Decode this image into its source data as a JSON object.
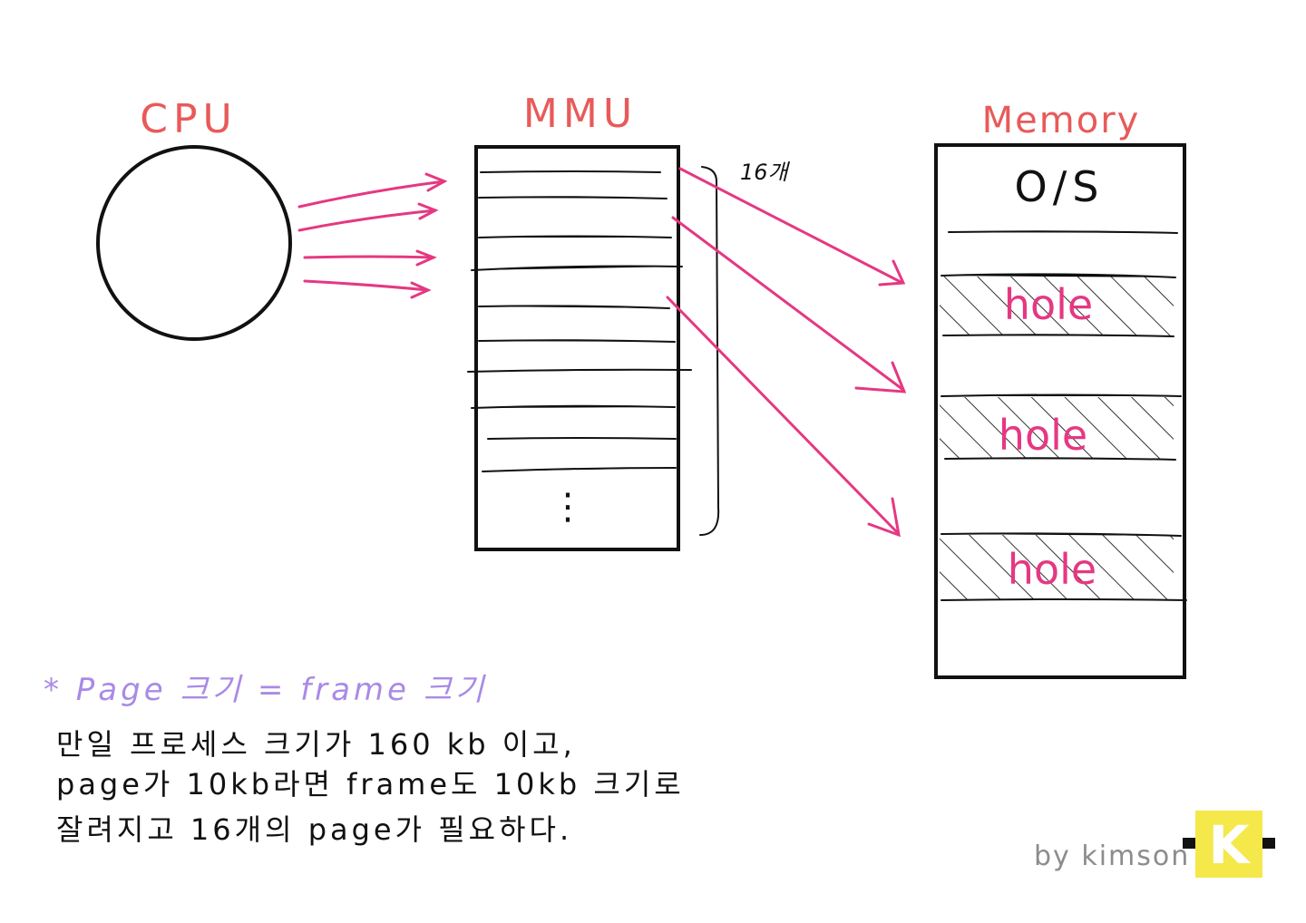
{
  "labels": {
    "cpu": "CPU",
    "mmu": "MMU",
    "memory": "Memory",
    "page_count": "16개",
    "os": "O/S",
    "hole": "hole",
    "ellipsis": "⋮"
  },
  "notes": {
    "headline": "* Page 크기 = frame 크기",
    "line1": "만일 프로세스 크기가 160 kb 이고,",
    "line2": "page가 10kb라면 frame도 10kb 크기로",
    "line3": "잘려지고 16개의 page가 필요하다."
  },
  "signature": {
    "text": "by kimson",
    "logo_letter": "K"
  },
  "colors": {
    "title": "#e85a5a",
    "arrow": "#e53882",
    "note_headline": "#a98ae6",
    "ink": "#111111",
    "signature": "#8c8c8c",
    "logo_bg": "#f5e84a"
  }
}
